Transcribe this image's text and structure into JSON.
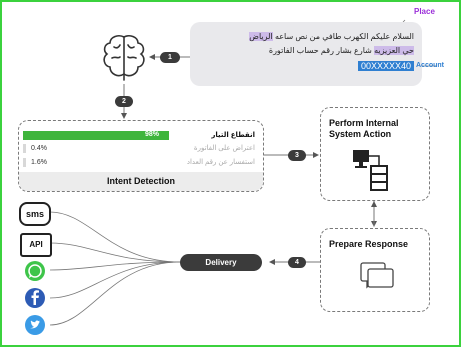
{
  "labels": {
    "place": "Place",
    "account": "Account"
  },
  "message": {
    "line1": "السلام عليكم الكهرب طافي من نص ساعه الرياض",
    "place_word": "الرياض",
    "line1_rest": "السلام عليكم الكهرب طافي من نص ساعه",
    "line2_hl": "حي العزيزيه",
    "line2_rest": "شارع بشار رقم حساب الفاتورة",
    "account_number": "00XXXXX40"
  },
  "steps": {
    "s1": "1",
    "s2": "2",
    "s3": "3",
    "s4": "4"
  },
  "intent": {
    "title": "Intent Detection",
    "items": [
      {
        "label": "انقطاع التيار",
        "percent": "98%",
        "value": 0.98
      },
      {
        "label": "اعتراض على الفاتورة",
        "percent": "0.4%",
        "value": 0.004
      },
      {
        "label": "استفسار عن رقم العداد",
        "percent": "1.6%",
        "value": 0.016
      }
    ]
  },
  "action_box": {
    "title_line1": "Perform Internal",
    "title_line2": "System Action"
  },
  "response_box": {
    "title": "Prepare Response"
  },
  "delivery": {
    "label": "Delivery"
  },
  "channels": {
    "sms": "sms",
    "api": "API"
  },
  "colors": {
    "frame": "#3bd23d",
    "bar": "#3fb53c",
    "place": "#9b30d9",
    "account": "#2f7fd1",
    "node": "#3b3b3b"
  }
}
